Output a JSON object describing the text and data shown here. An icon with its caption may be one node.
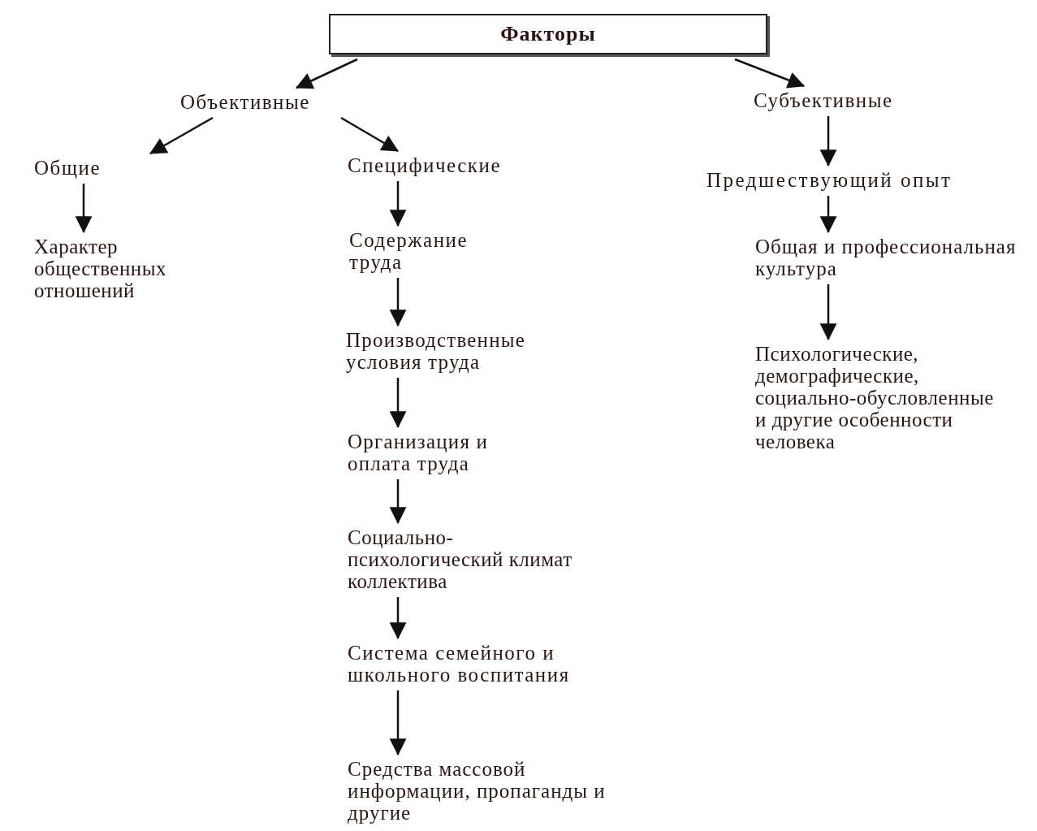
{
  "diagram": {
    "nodes": [
      {
        "text": [
          "Факторы"
        ]
      },
      {
        "text": [
          "Объективные"
        ]
      },
      {
        "text": [
          "Субъективные"
        ]
      },
      {
        "text": [
          "Общие"
        ]
      },
      {
        "text": [
          "Специфические"
        ]
      },
      {
        "text": [
          "Характер общественных отношений"
        ]
      },
      {
        "text": [
          "Содержание труда"
        ]
      },
      {
        "text": [
          "Производственные условия труда"
        ]
      },
      {
        "text": [
          "Организация и оплата труда"
        ]
      },
      {
        "text": [
          "Социально-психологический климат коллектива"
        ]
      },
      {
        "text": [
          "Система семейного и школьного воспитания"
        ]
      },
      {
        "text": [
          "Средства массовой информации, пропаганды и другие"
        ]
      },
      {
        "text": [
          "Предшествующий опыт"
        ]
      },
      {
        "text": [
          "Общая и профессиональная культура"
        ]
      },
      {
        "text": [
          "Психологические, демографические, социально-обусловленные и другие особенности человека"
        ]
      }
    ],
    "edges": [
      {
        "from": 0,
        "to": 1,
        "arrow": "to"
      },
      {
        "from": 0,
        "to": 2,
        "arrow": "to"
      },
      {
        "from": 1,
        "to": 3,
        "arrow": "to"
      },
      {
        "from": 1,
        "to": 4,
        "arrow": "to"
      },
      {
        "from": 3,
        "to": 5,
        "arrow": "to"
      },
      {
        "from": 4,
        "to": 6,
        "arrow": "to"
      },
      {
        "from": 6,
        "to": 7,
        "arrow": "to"
      },
      {
        "from": 7,
        "to": 8,
        "arrow": "to"
      },
      {
        "from": 8,
        "to": 9,
        "arrow": "to"
      },
      {
        "from": 9,
        "to": 10,
        "arrow": "to"
      },
      {
        "from": 10,
        "to": 11,
        "arrow": "to"
      },
      {
        "from": 2,
        "to": 12,
        "arrow": "to"
      },
      {
        "from": 12,
        "to": 13,
        "arrow": "to"
      },
      {
        "from": 13,
        "to": 14,
        "arrow": "to"
      }
    ]
  }
}
